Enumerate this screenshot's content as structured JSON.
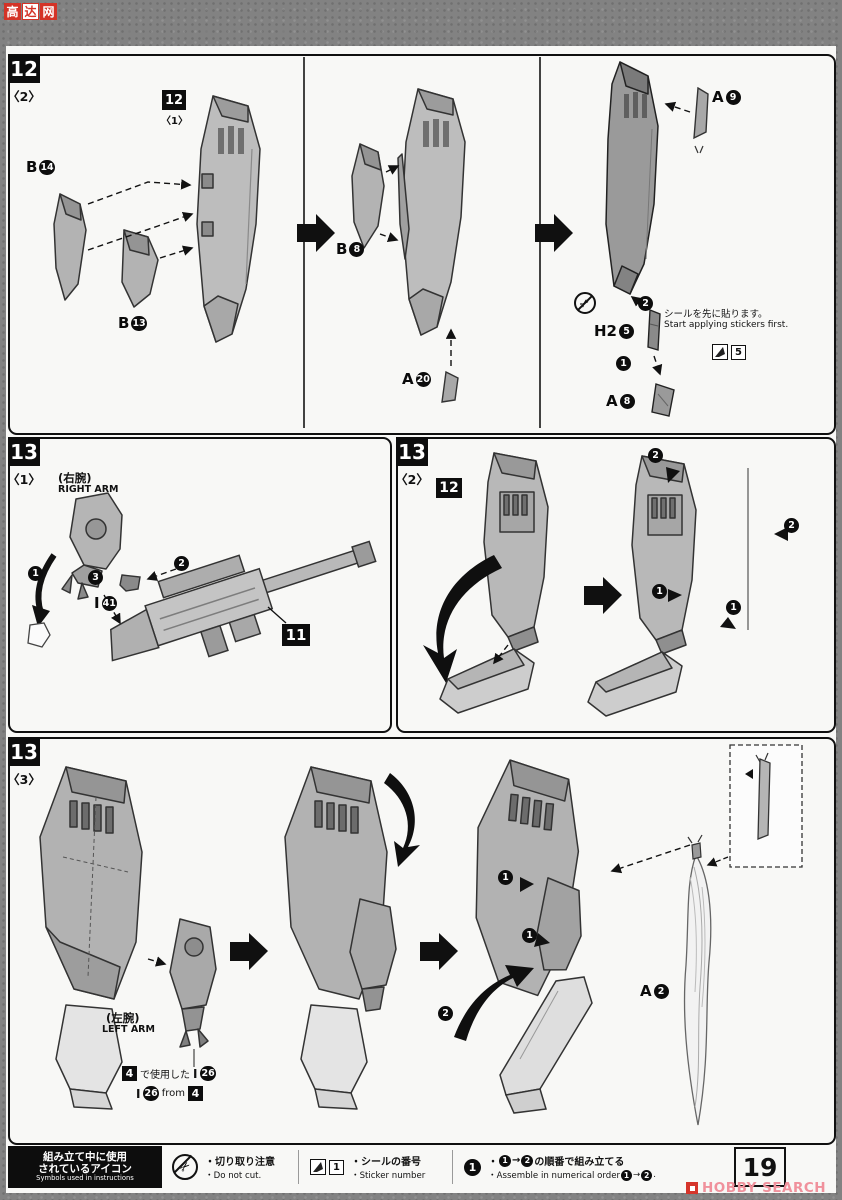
{
  "watermark_gaoda": {
    "char1": "高",
    "char2": "达",
    "char3": "网"
  },
  "watermark_hobby": {
    "text": "HOBBY SEARCH"
  },
  "page_number": "19",
  "step12_2": {
    "badge": "12",
    "variant": "〈2〉",
    "ref_badge": "12",
    "ref_variant": "〈1〉",
    "parts": {
      "b14": {
        "letter": "B",
        "number": "14"
      },
      "b13": {
        "letter": "B",
        "number": "13"
      },
      "b8": {
        "letter": "B",
        "number": "8"
      },
      "a20": {
        "letter": "A",
        "number": "20"
      },
      "a9": {
        "letter": "A",
        "number": "9"
      },
      "h25": {
        "letter": "H2",
        "number": "5"
      },
      "a8": {
        "letter": "A",
        "number": "8"
      }
    },
    "order1": "1",
    "order2": "2",
    "sticker_note_jp": "シールを先に貼ります。",
    "sticker_note_en": "Start applying stickers first.",
    "sticker_number": "5"
  },
  "step13_1": {
    "badge": "13",
    "variant": "〈1〉",
    "right_arm_jp": "(右腕)",
    "right_arm_en": "RIGHT ARM",
    "order1": "1",
    "order2": "2",
    "order3": "3",
    "part_i41": {
      "letter": "I",
      "number": "41"
    },
    "result_badge": "11"
  },
  "step13_2": {
    "badge": "13",
    "variant": "〈2〉",
    "ref_badge": "12",
    "order1": "1",
    "order2": "2"
  },
  "step13_3": {
    "badge": "13",
    "variant": "〈3〉",
    "left_arm_jp": "(左腕)",
    "left_arm_en": "LEFT ARM",
    "reuse_step": "4",
    "reuse_jp": "で使用した",
    "reuse_part": {
      "letter": "I",
      "number": "26"
    },
    "reuse_en_from": "from",
    "order1": "1",
    "order2": "2",
    "part_a2": {
      "letter": "A",
      "number": "2"
    }
  },
  "footer": {
    "title_jp_line1": "組み立て中に使用",
    "title_jp_line2": "されているアイコン",
    "title_en": "Symbols used in instructions",
    "cut_jp": "・切り取り注意",
    "cut_en": "・Do not cut.",
    "sticker_number": "1",
    "sticker_jp": "・シールの番号",
    "sticker_en": "・Sticker number",
    "order_n1": "1",
    "order_n2": "2",
    "order_arrow": "→",
    "order_jp_pre": "・",
    "order_jp_post": "の順番で組み立てる",
    "order_en_pre": "・Assemble in numerical order",
    "order_en_post": "."
  }
}
